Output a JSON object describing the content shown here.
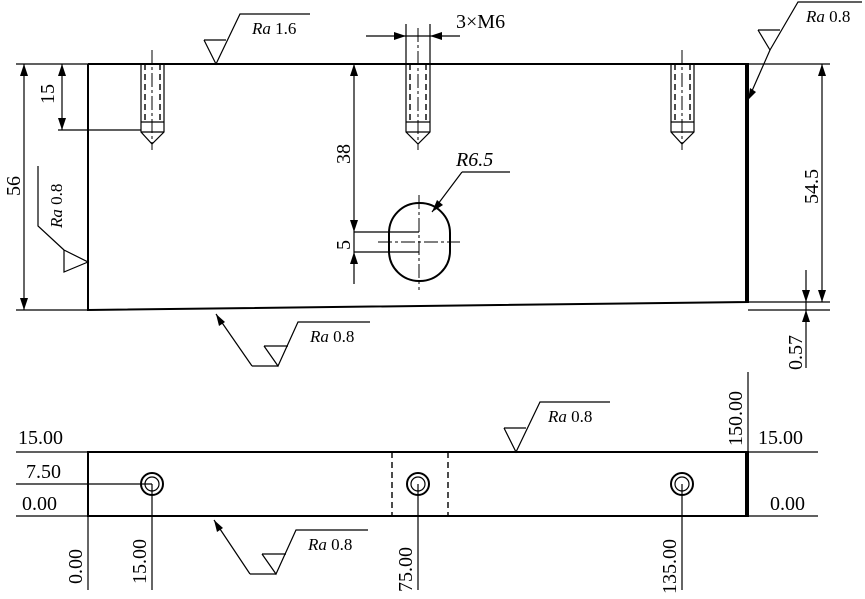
{
  "front_view": {
    "thread_label": "3×M6",
    "radius_label": "R6.5",
    "dims": {
      "depth": "15",
      "height": "56",
      "center_height": "38",
      "slot_width": "5",
      "right_height": "54.5",
      "step": "0.57"
    },
    "roughness": {
      "top": {
        "symbol": "Ra",
        "value": "1.6"
      },
      "right": {
        "symbol": "Ra",
        "value": "0.8"
      },
      "left": {
        "symbol": "Ra",
        "value": "0.8"
      },
      "bottom": {
        "symbol": "Ra",
        "value": "0.8"
      }
    }
  },
  "top_view": {
    "y_left": [
      "15.00",
      "7.50",
      "0.00"
    ],
    "y_right": [
      "15.00",
      "0.00"
    ],
    "x_labels": [
      "0.00",
      "15.00",
      "75.00",
      "135.00",
      "150.00"
    ],
    "roughness": {
      "top": {
        "symbol": "Ra",
        "value": "0.8"
      },
      "bottom": {
        "symbol": "Ra",
        "value": "0.8"
      }
    }
  }
}
